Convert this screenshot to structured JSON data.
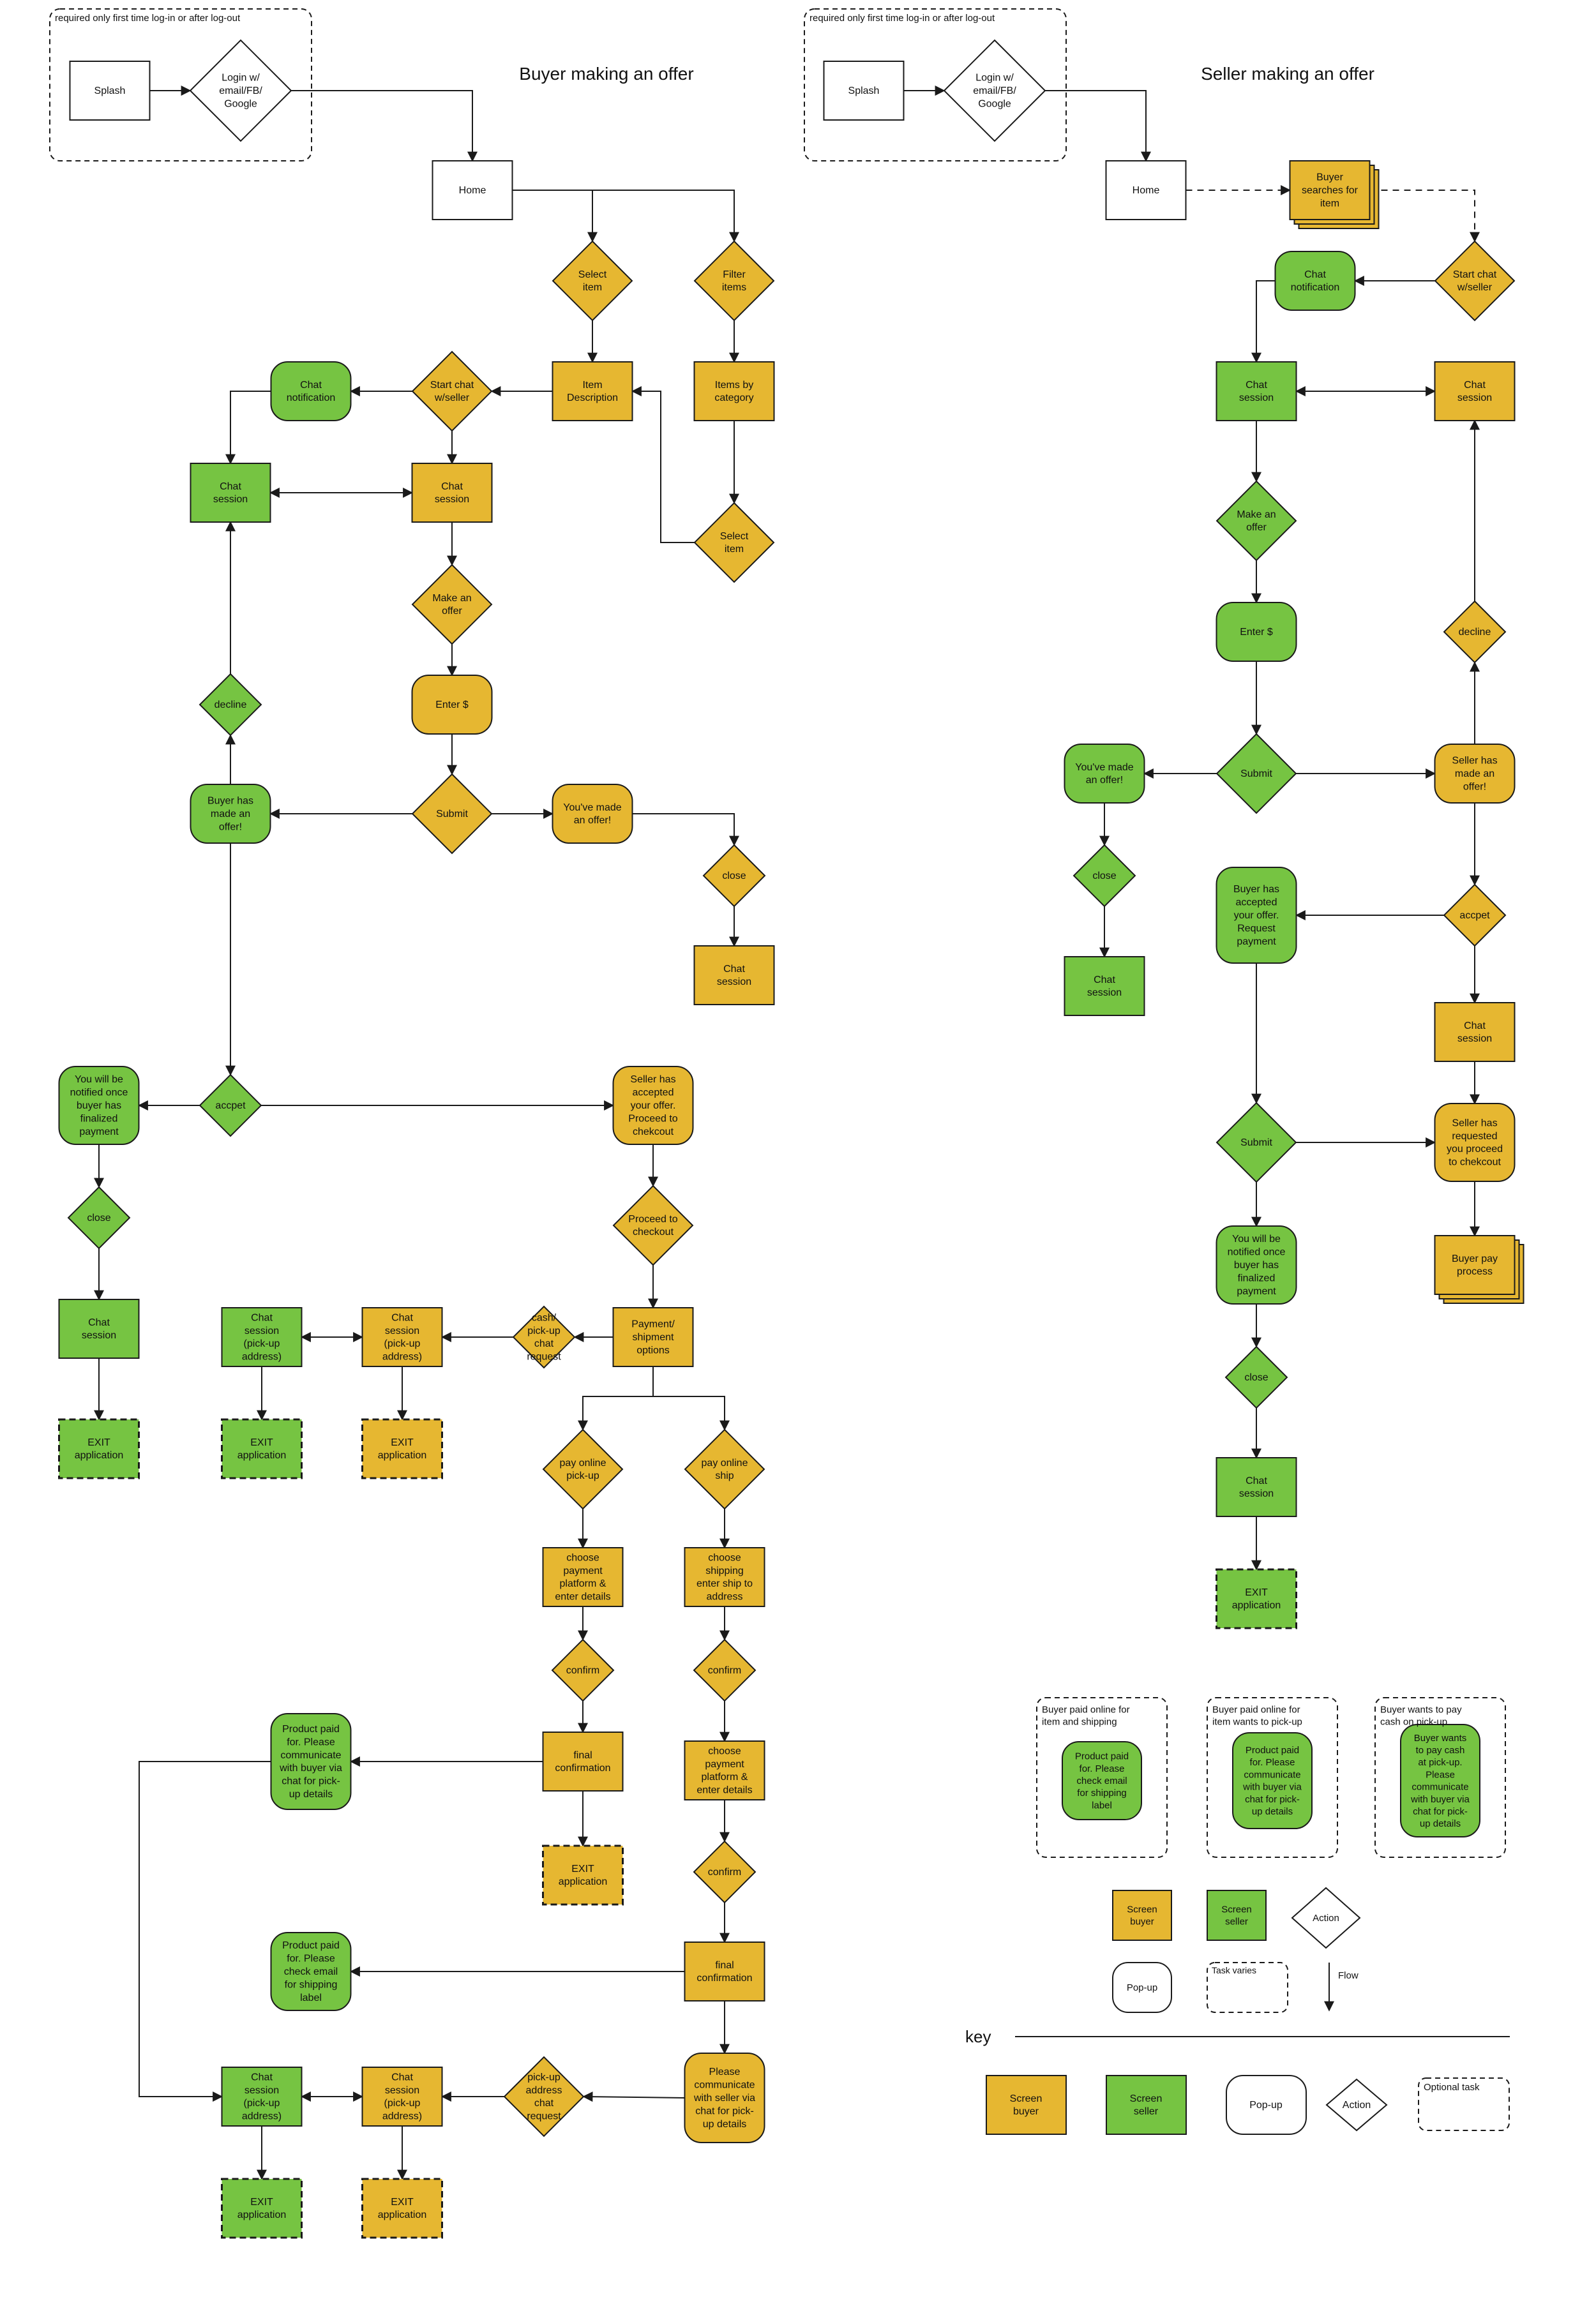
{
  "colors": {
    "buyer": "#E6B731",
    "seller": "#76C442",
    "popup": "#FFFFFF",
    "stroke": "#1A1A1A"
  },
  "titles": {
    "buyer_flow": "Buyer making an offer",
    "seller_flow": "Seller making an offer",
    "key": "key"
  },
  "notes": {
    "login_required": "required only first time log-in or after log-out"
  },
  "nodes": {
    "b_splash": "Splash",
    "b_login": "Login w/\nemail/FB/\nGoogle",
    "b_home": "Home",
    "b_select_item": "Select\nitem",
    "b_filter_items": "Filter\nitems",
    "b_item_description": "Item\nDescription",
    "b_items_by_category": "Items by\ncategory",
    "b_start_chat": "Start chat\nw/seller",
    "b_chat_notification": "Chat\nnotification",
    "b_chat_session_seller": "Chat\nsession",
    "b_chat_session_buyer": "Chat\nsession",
    "b_select_item_2": "Select\nitem",
    "b_make_offer": "Make an\noffer",
    "b_enter_amount": "Enter $",
    "b_decline": "decline",
    "b_buyer_made_offer": "Buyer  has\nmade an\noffer!",
    "b_submit": "Submit",
    "b_youve_made_offer": "You've made\nan offer!",
    "b_close_1": "close",
    "b_chat_session_3": "Chat\nsession",
    "b_notified_once_paid": "You will be\nnotified once\nbuyer has\nfinalized\npayment",
    "b_accept": "accpet",
    "b_seller_accepted": "Seller has\naccepted\nyour offer.\nProceed to\nchekcout",
    "b_close_2": "close",
    "b_proceed_checkout": "Proceed to\ncheckout",
    "b_chat_session_4": "Chat\nsession",
    "b_chat_pickup_seller": "Chat\nsession\n(pick-up\naddress)",
    "b_chat_pickup_buyer": "Chat\nsession\n(pick-up\naddress)",
    "b_cash_pickup": "cash/\npick-up\nchat\nrequest",
    "b_payment_options": "Payment/\nshipment\noptions",
    "b_exit_1": "EXIT\napplication",
    "b_exit_2": "EXIT\napplication",
    "b_exit_3": "EXIT\napplication",
    "b_pay_online_pickup": "pay online\npick-up",
    "b_pay_online_ship": "pay online\nship",
    "b_choose_platform_pickup": "choose\npayment\nplatform &\nenter details",
    "b_choose_shipping": "choose\nshipping\nenter ship to\naddress",
    "b_confirm_1": "confirm",
    "b_confirm_2": "confirm",
    "b_product_paid_pickup": "Product paid\nfor. Please\ncommunicate\nwith buyer via\nchat for pick-\nup details",
    "b_final_confirm_1": "final\nconfirmation",
    "b_choose_platform_ship": "choose\npayment\nplatform &\nenter details",
    "b_exit_4": "EXIT\napplication",
    "b_confirm_3": "confirm",
    "b_product_paid_ship": "Product paid\nfor. Please\ncheck email\nfor shipping\nlabel",
    "b_final_confirm_2": "final\nconfirmation",
    "b_please_communicate": "Please\ncommunicate\nwith seller via\nchat for pick-\nup details",
    "b_chat_pickup_seller_2": "Chat\nsession\n(pick-up\naddress)",
    "b_chat_pickup_buyer_2": "Chat\nsession\n(pick-up\naddress)",
    "b_pickup_address_req": "pick-up\naddress\nchat\nrequest",
    "b_exit_5": "EXIT\napplication",
    "b_exit_6": "EXIT\napplication",
    "s_splash": "Splash",
    "s_login": "Login w/\nemail/FB/\nGoogle",
    "s_home": "Home",
    "s_buyer_searches": "Buyer\nsearches for\nitem",
    "s_chat_notification": "Chat\nnotification",
    "s_start_chat": "Start chat\nw/seller",
    "s_chat_session_seller": "Chat\nsession",
    "s_chat_session_buyer": "Chat\nsession",
    "s_make_offer": "Make an\noffer",
    "s_enter_amount": "Enter $",
    "s_decline": "decline",
    "s_youve_made_offer": "You've made\nan offer!",
    "s_submit": "Submit",
    "s_seller_made_offer": "Seller  has\nmade an\noffer!",
    "s_close_1": "close",
    "s_buyer_accepted": "Buyer has\naccepted\nyour offer.\nRequest\npayment",
    "s_accept": "accpet",
    "s_chat_session_3": "Chat\nsession",
    "s_chat_session_4": "Chat\nsession",
    "s_submit_2": "Submit",
    "s_seller_requested": "Seller has\nrequested\nyou proceed\nto chekcout",
    "s_notified_once_paid": "You will be\nnotified once\nbuyer has\nfinalized\npayment",
    "s_buyer_pay_process": "Buyer pay\nprocess",
    "s_close_2": "close",
    "s_chat_session_5": "Chat\nsession",
    "s_exit": "EXIT\napplication"
  },
  "popups": {
    "online_ship_title": "Buyer paid online for\nitem and shipping",
    "online_ship_text": "Product paid\nfor. Please\ncheck email\nfor shipping\nlabel",
    "online_pickup_title": "Buyer paid online for\nitem wants to pick-up",
    "online_pickup_text": "Product paid\nfor. Please\ncommunicate\nwith buyer via\nchat for pick-\nup details",
    "cash_pickup_title": "Buyer wants to pay\ncash on pick-up",
    "cash_pickup_text": "Buyer wants\nto pay cash\nat pick-up.\nPlease\ncommunicate\nwith buyer via\nchat for pick-\nup details"
  },
  "legend_small": {
    "screen_buyer": "Screen\nbuyer",
    "screen_seller": "Screen\nseller",
    "action": "Action",
    "popup": "Pop-up",
    "task_varies": "Task varies",
    "flow": "Flow"
  },
  "legend": {
    "screen_buyer": "Screen\nbuyer",
    "screen_seller": "Screen\nseller",
    "popup": "Pop-up",
    "action": "Action",
    "optional_task": "Optional task"
  }
}
